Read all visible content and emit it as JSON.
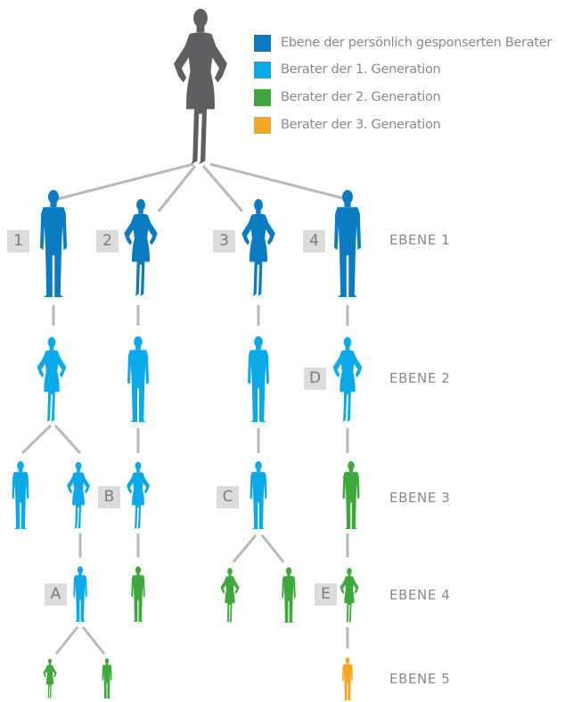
{
  "colors": {
    "personal": "#0b7cc1",
    "gen1": "#0aaae9",
    "gen2": "#3fa83c",
    "gen3": "#f6a623",
    "root": "#5f5f61",
    "connector": "#b9b9b9"
  },
  "legend": [
    {
      "label": "Ebene der persönlich gesponserten Berater",
      "color": "#0b7cc1"
    },
    {
      "label": "Berater der 1. Generation",
      "color": "#0aaae9"
    },
    {
      "label": "Berater der 2. Generation",
      "color": "#3fa83c"
    },
    {
      "label": "Berater der 3. Generation",
      "color": "#f6a623"
    }
  ],
  "levels": [
    "EBENE 1",
    "EBENE 2",
    "EBENE 3",
    "EBENE 4",
    "EBENE 5"
  ],
  "badges": {
    "n1": "1",
    "n2": "2",
    "n3": "3",
    "n4": "4",
    "a": "A",
    "b": "B",
    "c": "C",
    "d": "D",
    "e": "E"
  },
  "icons": {
    "male": "male-person-icon",
    "female": "female-person-icon"
  }
}
